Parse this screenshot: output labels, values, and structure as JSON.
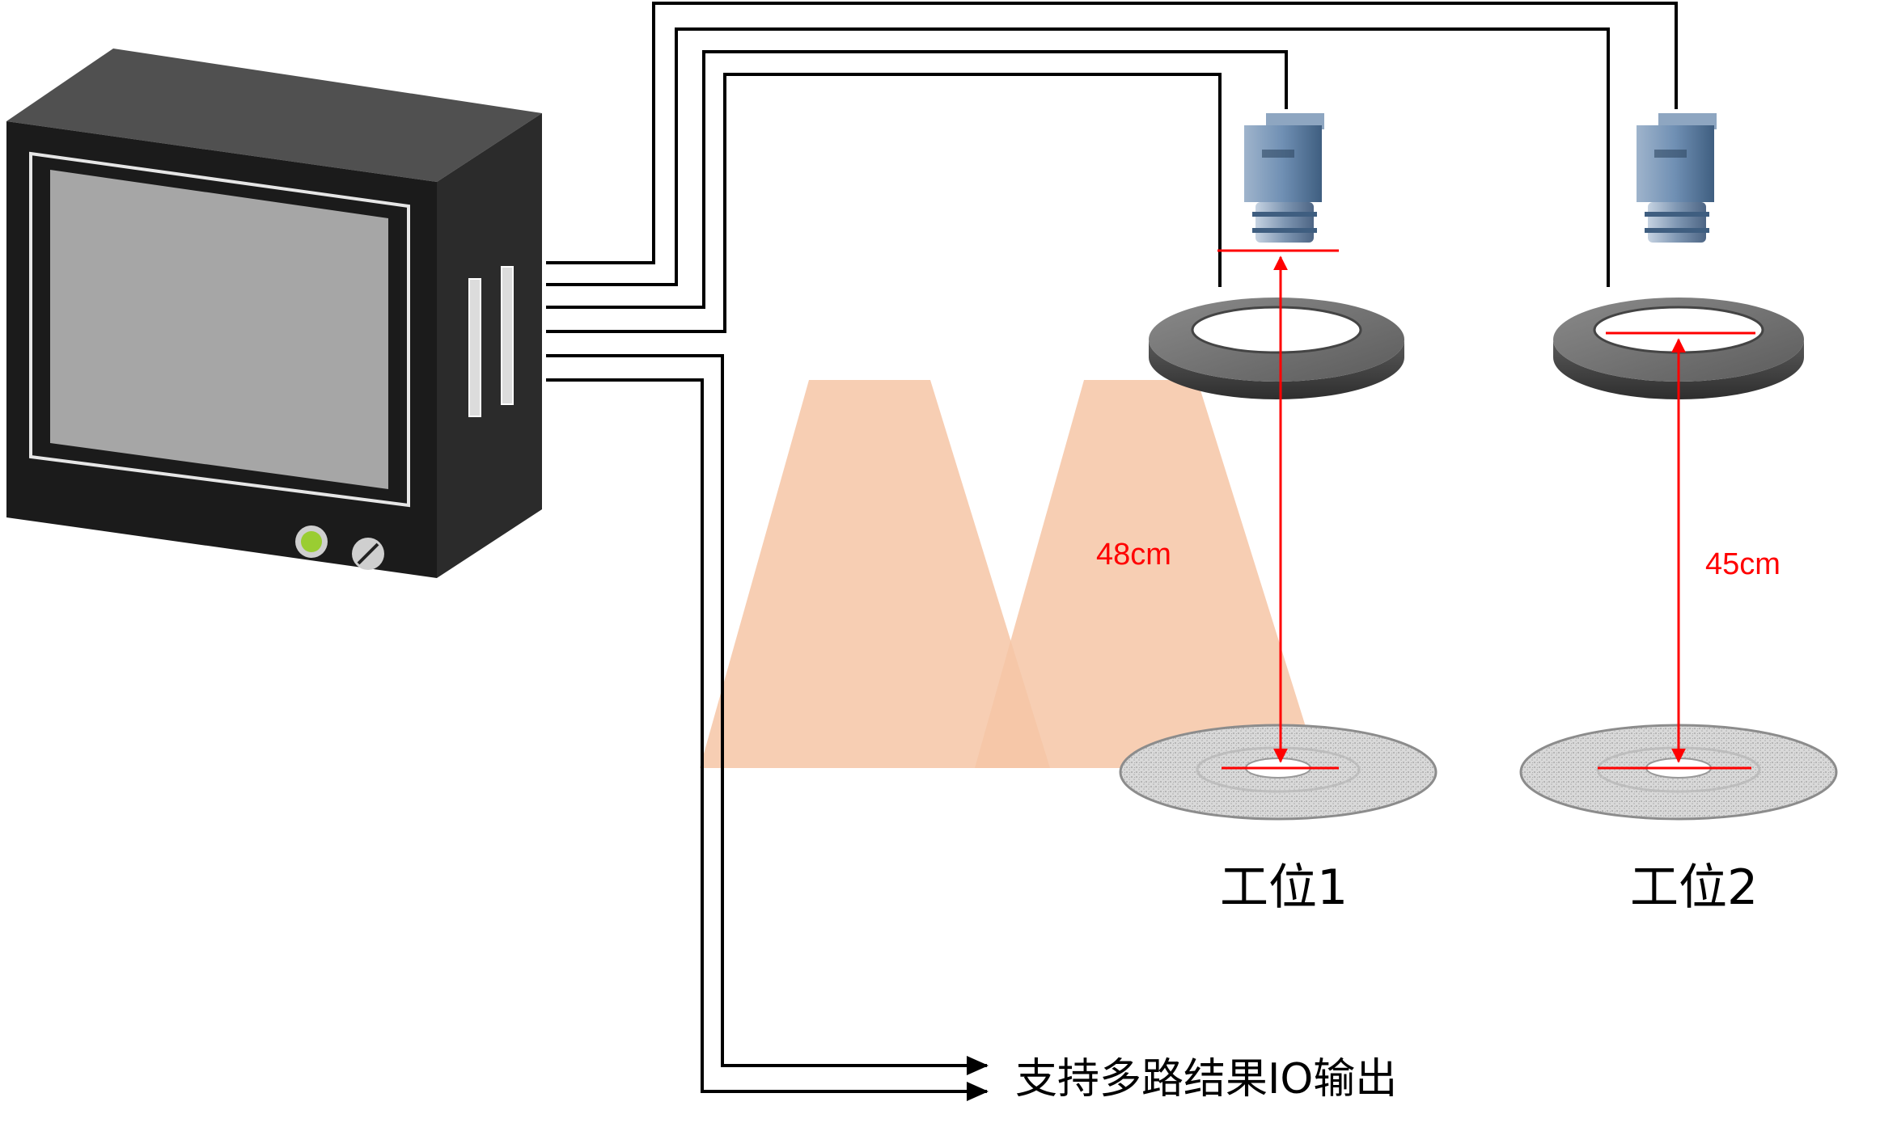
{
  "stations": [
    {
      "label": "工位1",
      "distance": "48cm"
    },
    {
      "label": "工位2",
      "distance": "45cm"
    }
  ],
  "io_output_label": "支持多路结果IO输出",
  "colors": {
    "wire": "#000000",
    "dimension": "#ff0000",
    "light_cone": "#f6c6a6",
    "controller_body": "#1b1b1b",
    "controller_screen": "#a6a6a6",
    "ring_light": "#6b6b6b",
    "camera": "#6f8fb3"
  },
  "icons": {
    "controller": "industrial-vision-controller-icon",
    "camera": "industrial-camera-icon",
    "ring_light": "ring-light-icon",
    "disc": "disc-workpiece-icon",
    "arrow": "arrowhead-icon"
  }
}
